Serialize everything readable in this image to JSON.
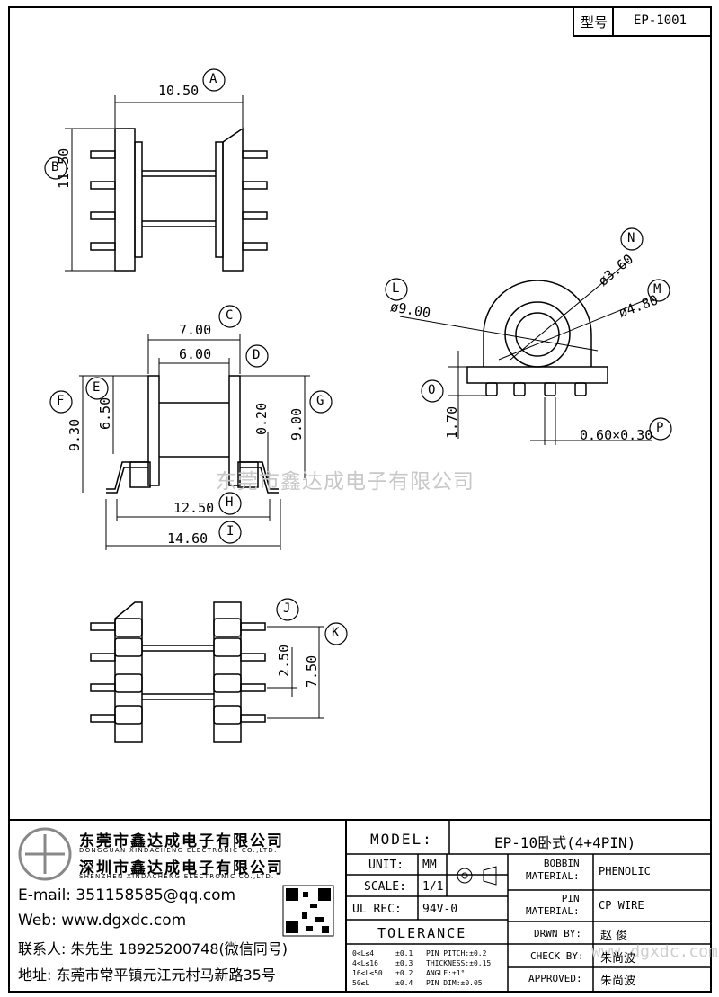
{
  "header": {
    "model_label": "型号",
    "model_value": "EP-1001"
  },
  "dimensions": {
    "A": "10.50",
    "B": "11.50",
    "C": "7.00",
    "D": "6.00",
    "E": "6.50",
    "F": "9.30",
    "G": "9.00",
    "G_small": "0.20",
    "H": "12.50",
    "I": "14.60",
    "J": "2.50",
    "K": "7.50",
    "L": "ø9.00",
    "M": "ø4.80",
    "N": "ø3.60",
    "O": "1.70",
    "P": "0.60×0.30"
  },
  "callouts": [
    "A",
    "B",
    "C",
    "D",
    "E",
    "F",
    "G",
    "H",
    "I",
    "J",
    "K",
    "L",
    "M",
    "N",
    "O",
    "P"
  ],
  "watermark": "东莞市鑫达成电子有限公司",
  "watermark_url": "www.dgxdc.com",
  "company": {
    "name_dg_cn": "东莞市鑫达成电子有限公司",
    "name_dg_en": "DONGGUAN XINDACHENG ELECTRONIC CO.,LTD.",
    "name_sz_cn": "深圳市鑫达成电子有限公司",
    "name_sz_en": "SHENZHEN XINDACHENG ELECTRONIC CO.,LTD.",
    "email": "E-mail: 351158585@qq.com",
    "web": "Web: www.dgxdc.com",
    "contact": "联系人: 朱先生 18925200748(微信同号)",
    "address": "地址: 东莞市常平镇元江元村马新路35号"
  },
  "title_block": {
    "model_label": "MODEL:",
    "model_value": "EP-10卧式(4+4PIN)",
    "unit_label": "UNIT:",
    "unit_value": "MM",
    "scale_label": "SCALE:",
    "scale_value": "1/1",
    "ulrec_label": "UL REC:",
    "ulrec_value": "94V-0",
    "tolerance_label": "TOLERANCE",
    "tol_rows": [
      [
        "0<L≤4",
        "±0.1",
        "PIN PITCH:±0.2"
      ],
      [
        "4<L≤16",
        "±0.3",
        "THICKNESS:±0.15"
      ],
      [
        "16<L≤50",
        "±0.2",
        "ANGLE:±1°"
      ],
      [
        "50≤L",
        "±0.4",
        "PIN DIM:±0.05"
      ]
    ],
    "bobbin_label": "BOBBIN\nMATERIAL:",
    "bobbin_value": "PHENOLIC",
    "pin_label": "PIN\nMATERIAL:",
    "pin_value": "CP WIRE",
    "drawn_label": "DRWN BY:",
    "drawn_value": "赵 俊",
    "check_label": "CHECK BY:",
    "check_value": "朱尚波",
    "approved_label": "APPROVED:",
    "approved_value": "朱尚波"
  }
}
